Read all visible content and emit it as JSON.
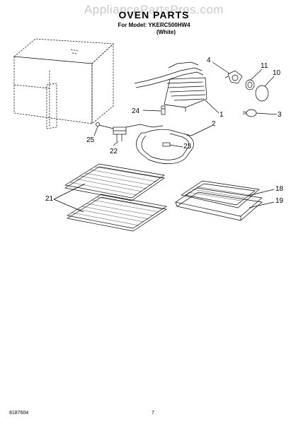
{
  "header": {
    "watermark": "AppliancePartsPros.com",
    "title": "OVEN PARTS",
    "model_line": "For Model: YKERC500HW4",
    "color_line": "(White)"
  },
  "callouts": [
    "4",
    "11",
    "10",
    "1",
    "24",
    "3",
    "2",
    "25",
    "22",
    "23",
    "21",
    "18",
    "19"
  ],
  "footer": {
    "doc_number": "8187604",
    "page_number": "7"
  }
}
